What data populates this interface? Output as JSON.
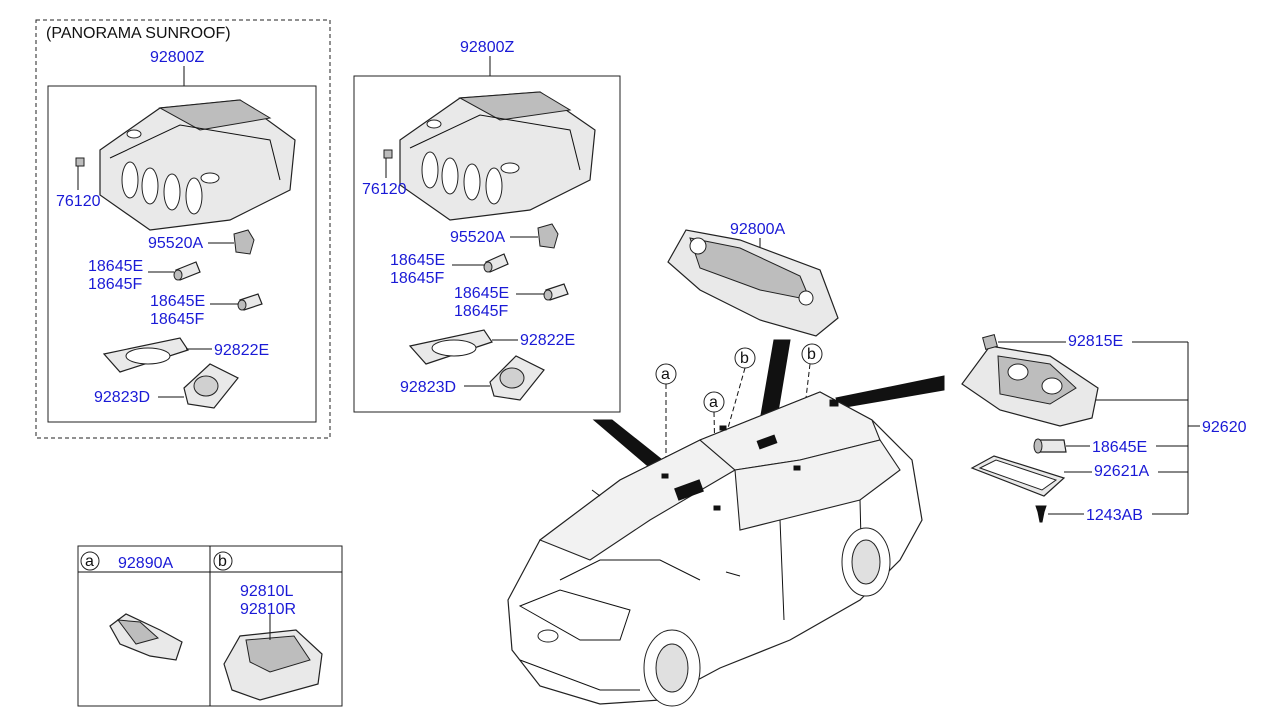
{
  "diagram_title": "",
  "colors": {
    "part_number": "#1a1ad6",
    "text": "#111111",
    "line": "#111111"
  },
  "panel_left": {
    "header": "(PANORAMA SUNROOF)",
    "assembly": "92800Z",
    "parts": [
      "76120",
      "95520A",
      "18645E",
      "18645F",
      "18645E",
      "18645F",
      "92822E",
      "92823D"
    ]
  },
  "panel_mid": {
    "assembly": "92800Z",
    "parts": [
      "76120",
      "95520A",
      "18645E",
      "18645F",
      "18645E",
      "18645F",
      "92822E",
      "92823D"
    ]
  },
  "center": {
    "assembly": "92800A",
    "markers": [
      "a",
      "a",
      "b",
      "b"
    ]
  },
  "right_group": {
    "assembly": "92620",
    "parts": [
      "92815E",
      "18645E",
      "92621A",
      "1243AB"
    ]
  },
  "legend": {
    "a_letter": "a",
    "a_part": "92890A",
    "b_letter": "b",
    "b_parts": [
      "92810L",
      "92810R"
    ]
  }
}
